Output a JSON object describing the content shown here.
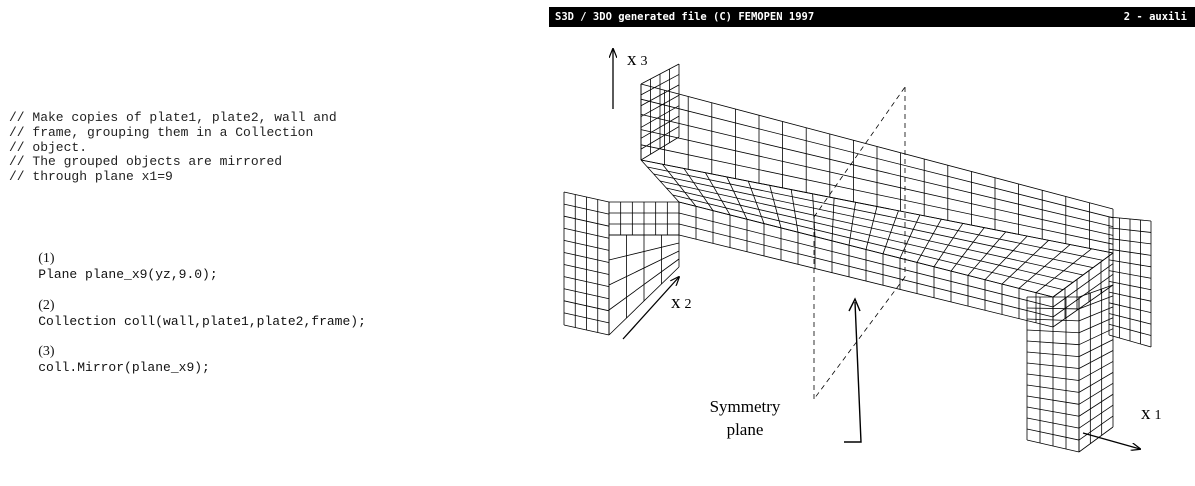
{
  "code": {
    "comments": [
      "// Make copies of plate1, plate2, wall and",
      "// frame, grouping them in a Collection",
      "// object.",
      "// The grouped objects are mirrored",
      "// through plane x1=9"
    ],
    "statements": [
      {
        "num": "(1)",
        "code": "Plane plane_x9(yz,9.0);"
      },
      {
        "num": "(2)",
        "code": "Collection coll(wall,plate1,plate2,frame);"
      },
      {
        "num": "(3)",
        "code": "coll.Mirror(plane_x9);"
      }
    ]
  },
  "viewer": {
    "title_left": "S3D / 3DO generated file (C) FEMOPEN 1997",
    "title_right": "2 - auxili",
    "labels": {
      "x3": "x",
      "x3_sub": "3",
      "x2": "x",
      "x2_sub": "2",
      "x1": "x",
      "x1_sub": "1",
      "symmetry_line1": "Symmetry",
      "symmetry_line2": "plane"
    }
  },
  "colors": {
    "background": "#ffffff",
    "titlebar": "#000000",
    "mesh": "#000000"
  }
}
